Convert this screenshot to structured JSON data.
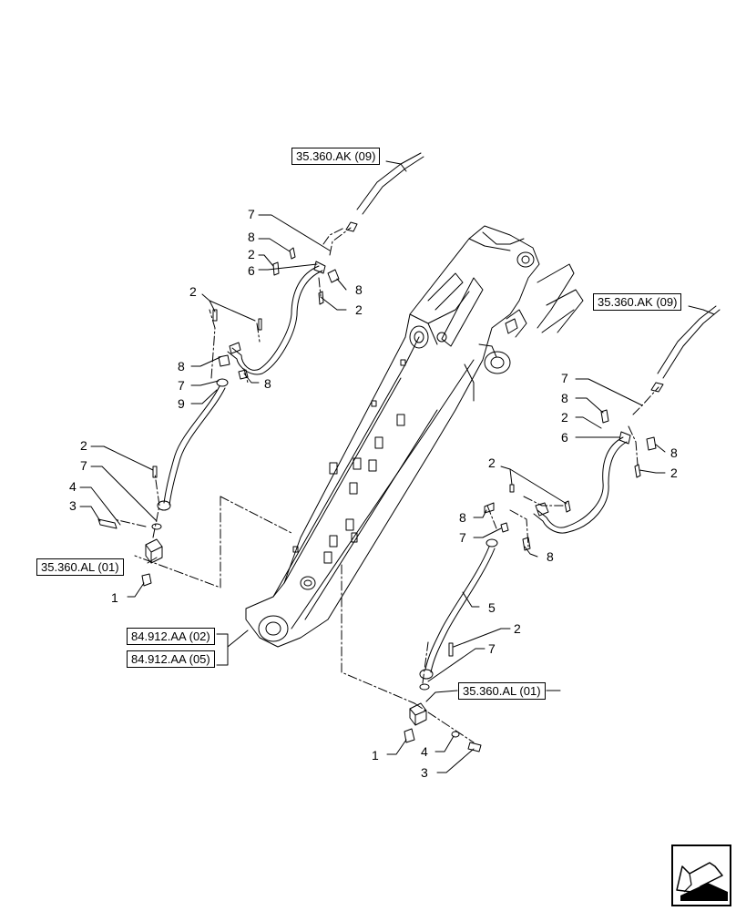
{
  "references": {
    "ak_top": "35.360.AK (09)",
    "ak_right": "35.360.AK (09)",
    "al_left": "35.360.AL (01)",
    "al_right": "35.360.AL (01)",
    "aa_02": "84.912.AA (02)",
    "aa_05": "84.912.AA (05)"
  },
  "callouts": {
    "left": {
      "c7a": "7",
      "c8a": "8",
      "c2a": "2",
      "c6": "6",
      "c8b": "8",
      "c2b": "2",
      "c2c": "2",
      "c8c": "8",
      "c7b": "7",
      "c8d": "8",
      "c9": "9",
      "c2d": "2",
      "c7c": "7",
      "c4": "4",
      "c3": "3",
      "c1": "1"
    },
    "right": {
      "c7a": "7",
      "c8a": "8",
      "c2a": "2",
      "c6": "6",
      "c8b": "8",
      "c2b": "2",
      "c2c": "2",
      "c8c": "8",
      "c7b": "7",
      "c8d": "8",
      "c5": "5",
      "c2d": "2",
      "c7c": "7",
      "c1": "1",
      "c4": "4",
      "c3": "3"
    }
  },
  "icons": {
    "nav": "next-page-arrow-icon"
  }
}
